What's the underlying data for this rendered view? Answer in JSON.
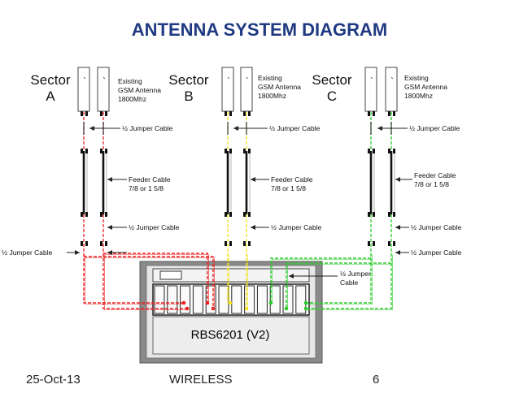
{
  "title": "ANTENNA SYSTEM DIAGRAM",
  "sectors": [
    {
      "label": "Sector A",
      "line1": "Sector",
      "line2": "A",
      "color": "#ee2222"
    },
    {
      "label": "Sector B",
      "line1": "Sector",
      "line2": "B",
      "color": "#f4e21a"
    },
    {
      "label": "Sector C",
      "line1": "Sector",
      "line2": "C",
      "color": "#2ecc2e"
    }
  ],
  "antenna": {
    "line1": "Existing",
    "line2": "GSM Antenna",
    "line3": "1800Mhz",
    "glyph": "`"
  },
  "labels": {
    "jumper_top": "½ Jumper Cable",
    "jumper_mid": "½ Jumper Cable",
    "jumper_low": "½ Jumper Cable",
    "jumper_rbs_line1": "½ Jumper",
    "jumper_rbs_line2": "Cable",
    "feeder_line1": "Feeder Cable",
    "feeder_line2": "7/8  or  1 5/8"
  },
  "rbs": {
    "label": "RBS6201 (V2)"
  },
  "footer": {
    "date": "25-Oct-13",
    "center": "WIRELESS",
    "page": "6"
  },
  "colors": {
    "title": "#1f3a82",
    "cable_dark": "#111111",
    "rbs_frame": "#6f6f6f",
    "rbs_fill": "#e7e7e7"
  }
}
